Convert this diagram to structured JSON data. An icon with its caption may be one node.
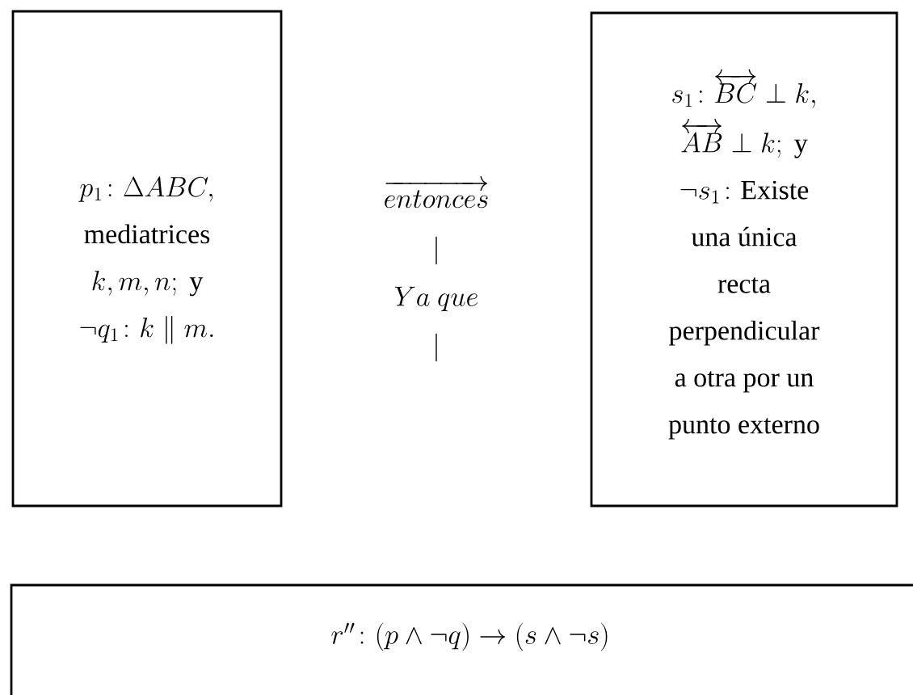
{
  "diagram": {
    "nodes": [
      {
        "text": [
          "\\begin{gathered}p_1\\colon\\Delta ABC,\\\\ \\text{mediatrices}\\\\ k,m,n;\\ \\text{y}\\\\ \\neg q_1\\colon k\\parallel m.\\end{gathered}"
        ]
      },
      {
        "text": [
          "\\begin{gathered}s_1\\colon\\overleftrightarrow{BC}\\perp k,\\\\ \\overleftrightarrow{AB}\\perp k;\\ \\text{y}\\\\ \\neg s_1\\colon\\text{Existe}\\\\ \\text{una única}\\\\ \\text{recta}\\\\ \\text{perpendicular}\\\\ \\text{a otra por un}\\\\ \\text{punto externo}\\end{gathered}"
        ]
      },
      {
        "text": [
          "r''\\colon(p\\wedge\\neg q)\\to(s\\wedge\\neg s)"
        ]
      }
    ],
    "labels": [
      "\\overrightarrow{entonces}",
      "|",
      "Ya\\ que",
      "|"
    ]
  }
}
